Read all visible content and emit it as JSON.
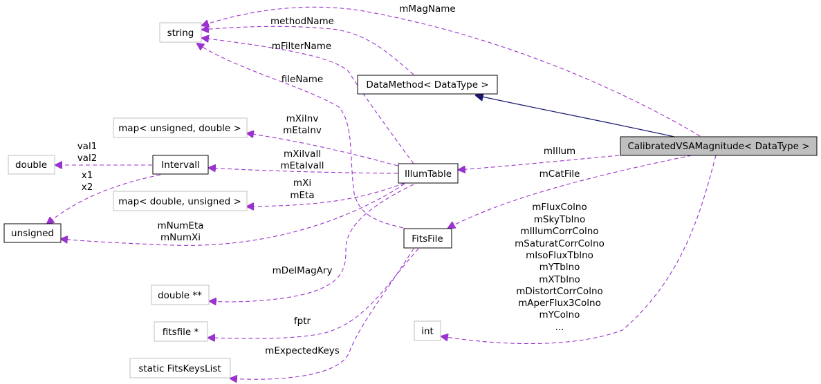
{
  "nodes": {
    "string": "string",
    "data_method": "DataMethod< DataType >",
    "calibrated": "CalibratedVSAMagnitude< DataType >",
    "map_ud": "map< unsigned, double >",
    "double": "double",
    "intervall": "Intervall",
    "illum_table": "IllumTable",
    "map_du": "map< double, unsigned >",
    "unsigned": "unsigned",
    "fits_file": "FitsFile",
    "double_pp": "double **",
    "fitsfile_p": "fitsfile *",
    "int": "int",
    "fits_keys_list": "static FitsKeysList"
  },
  "labels": {
    "mMagName": "mMagName",
    "methodName": "methodName",
    "mFilterName": "mFilterName",
    "fileName": "fileName",
    "mXiInv": "mXiInv",
    "mEtaInv": "mEtaInv",
    "mIllum": "mIllum",
    "val1": "val1",
    "val2": "val2",
    "mXiIvall": "mXiIvall",
    "mEtaIvall": "mEtaIvall",
    "mCatFile": "mCatFile",
    "x1": "x1",
    "x2": "x2",
    "mXi": "mXi",
    "mEta": "mEta",
    "mNumEta": "mNumEta",
    "mNumXi": "mNumXi",
    "mDelMagAry": "mDelMagAry",
    "fptr": "fptr",
    "mExpectedKeys": "mExpectedKeys",
    "colno_list": [
      "mFluxColno",
      "mSkyTblno",
      "mIllumCorrColno",
      "mSaturatCorrColno",
      "mIsoFluxTblno",
      "mYTblno",
      "mXTblno",
      "mDistortCorrColno",
      "mAperFlux3Colno",
      "mYColno",
      "..."
    ]
  },
  "colors": {
    "dependency_edge": "#9a32cd",
    "inheritance_edge": "#191970",
    "external_border": "#bfbfbf",
    "documented_border": "#000000",
    "self_fill": "#bfbfbf"
  }
}
